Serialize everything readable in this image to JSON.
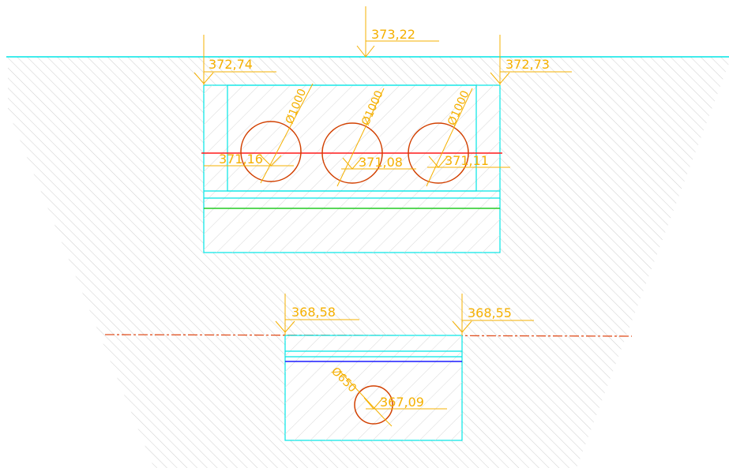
{
  "colors": {
    "ground_line": "#00e5e5",
    "hatch": "#c8c8c8",
    "elevation": "#f5b000",
    "pipe": "#d24000",
    "red_line": "#ff1a1a",
    "green_line": "#22cc22",
    "blue_line": "#1a1aff",
    "dash_line": "#e05020",
    "structure": "#00e5e5"
  },
  "elevations": {
    "ground_center": "373,22",
    "top_left": "372,74",
    "top_right": "372,73",
    "pipe_left": "371,16",
    "pipe_middle": "371,08",
    "pipe_right": "371,11",
    "lower_left": "368,58",
    "lower_right": "368,55",
    "small_pipe": "367,09"
  },
  "pipe_labels": {
    "upper_left": "Ø1000",
    "upper_middle": "Ø1000",
    "upper_right": "Ø1000",
    "lower": "Ø650"
  }
}
